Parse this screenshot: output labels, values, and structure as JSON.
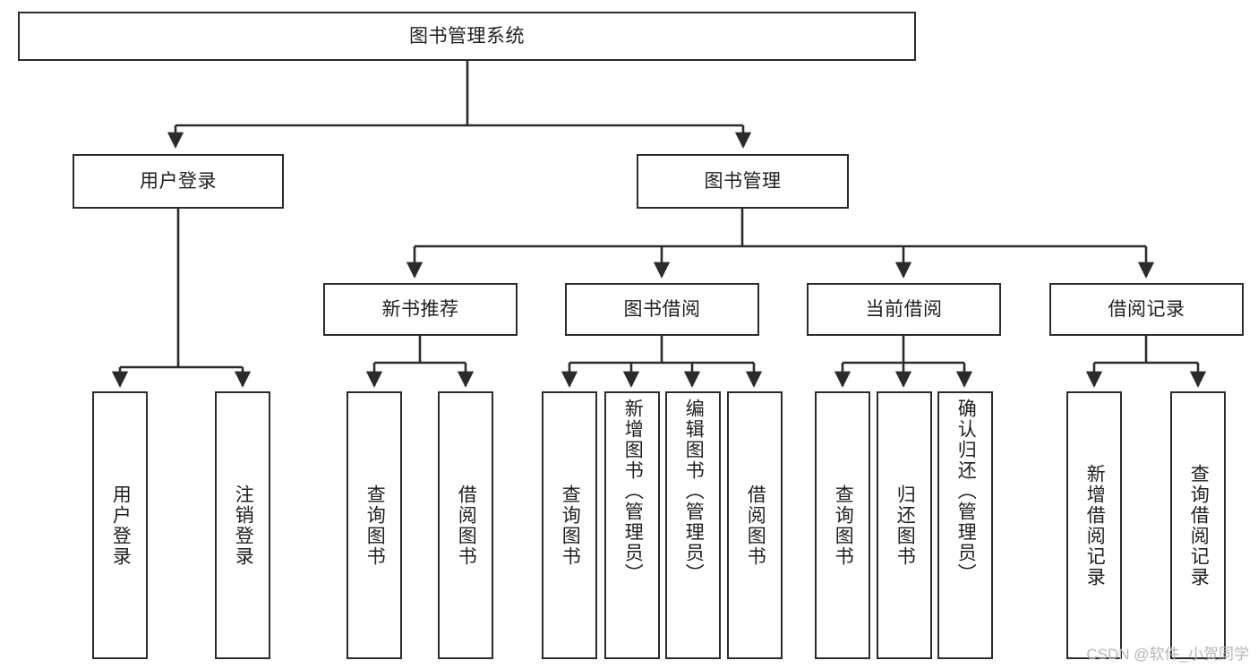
{
  "diagram": {
    "type": "tree",
    "title": "图书管理系统",
    "root": {
      "label": "图书管理系统"
    },
    "level1": [
      {
        "label": "用户登录"
      },
      {
        "label": "图书管理"
      }
    ],
    "level2": [
      {
        "label": "新书推荐"
      },
      {
        "label": "图书借阅"
      },
      {
        "label": "当前借阅"
      },
      {
        "label": "借阅记录"
      }
    ],
    "leaves": {
      "user_login": [
        {
          "label": "用户登录"
        },
        {
          "label": "注销登录"
        }
      ],
      "new_book_recommend": [
        {
          "label": "查询图书"
        },
        {
          "label": "借阅图书"
        }
      ],
      "book_borrow": [
        {
          "label": "查询图书"
        },
        {
          "label": "新增图书（管理员）"
        },
        {
          "label": "编辑图书（管理员）"
        },
        {
          "label": "借阅图书"
        }
      ],
      "current_borrow": [
        {
          "label": "查询图书"
        },
        {
          "label": "归还图书"
        },
        {
          "label": "确认归还（管理员）"
        }
      ],
      "borrow_record": [
        {
          "label": "新增借阅记录"
        },
        {
          "label": "查询借阅记录"
        }
      ]
    }
  },
  "watermark": {
    "text": "CSDN @软件_小贺同学"
  },
  "colors": {
    "stroke": "#2b2b2b",
    "fill": "#ffffff",
    "text": "#1f1f1f",
    "watermark": "#b6b6b6"
  }
}
